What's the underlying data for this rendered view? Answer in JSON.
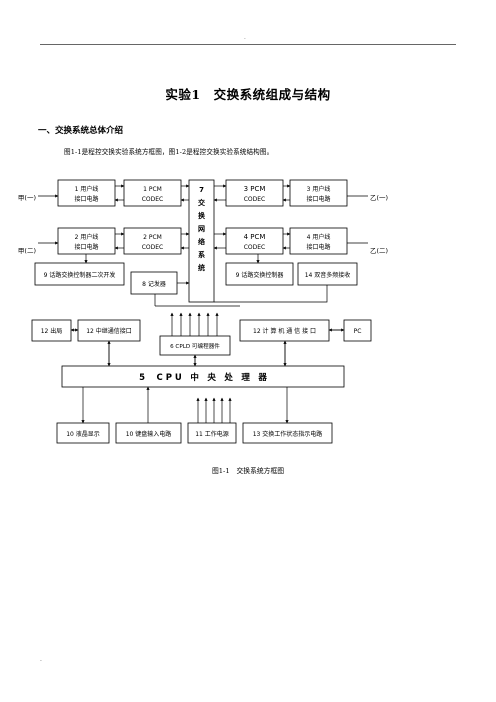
{
  "header_mark": "-",
  "footer_mark": ".",
  "title": "实验1　交换系统组成与结构",
  "section_heading": "一、交换系统总体介绍",
  "intro_text": "图1-1是程控交换实验系统方框图，图1-2是程控交换实验系统结构图。",
  "figure_caption": "图1-1　交换系统方框图",
  "diagram": {
    "side_labels": {
      "jia1": "甲(一)",
      "jia2": "甲(二)",
      "yi1": "乙(一)",
      "yi2": "乙(二)"
    },
    "boxes": {
      "ul1": [
        "1 用户线",
        "接口电路"
      ],
      "pcm1": [
        "1 PCM",
        "CODEC"
      ],
      "ul2": [
        "2 用户线",
        "接口电路"
      ],
      "pcm2": [
        "2 PCM",
        "CODEC"
      ],
      "switch_net": [
        "7",
        "交",
        "换",
        "网",
        "络",
        "系",
        "统"
      ],
      "pcm3": [
        "3 PCM",
        "CODEC"
      ],
      "ul3": [
        "3 用户线",
        "接口电路"
      ],
      "pcm4": [
        "4 PCM",
        "CODEC"
      ],
      "ul4": [
        "4 用户线",
        "接口电路"
      ],
      "ctrl9": "9 话路交换控制器二次开发",
      "rec8": "8 记发器",
      "ctrl9r": "9 话路交换控制器",
      "dtmf14": "14 双音多频接收",
      "trunk_out": "12 出局",
      "trunk_if": "12 中继通信接口",
      "cpld": "6 CPLD 可编程器件",
      "pc_if": "12 计 算 机 通 信 接 口",
      "pc": "PC",
      "cpu": "5　 C P U　中　央　处　理　器",
      "lcd": "10 液晶显示",
      "keyboard": "10 键盘输入电路",
      "power": "11 工作电源",
      "status": "13 交换工作状态指示电路"
    }
  }
}
